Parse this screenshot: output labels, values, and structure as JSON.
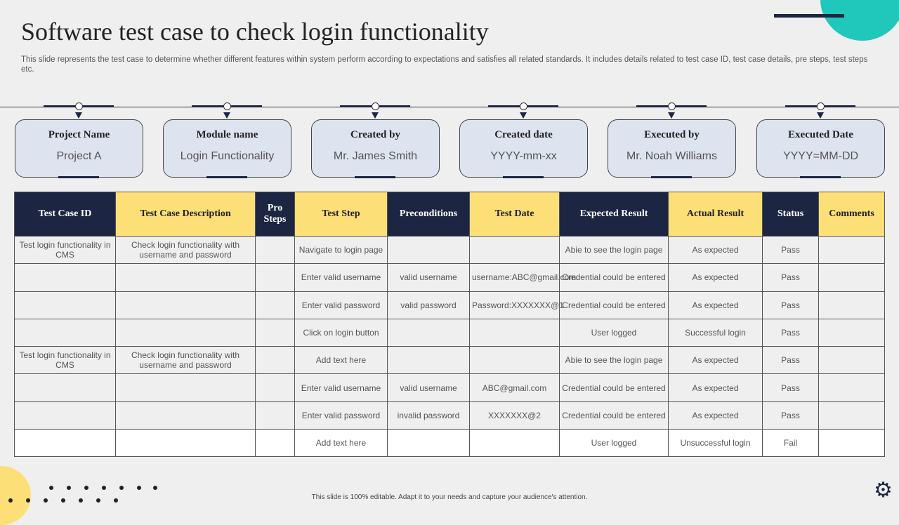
{
  "title": "Software test case to check login functionality",
  "subtitle": "This slide represents the test case to determine whether different features within system perform according to expectations and satisfies all related standards. It includes details related to test case ID, test case details, pre steps, test steps etc.",
  "cards": [
    {
      "label": "Project  Name",
      "value": "Project A"
    },
    {
      "label": "Module name",
      "value": "Login Functionality"
    },
    {
      "label": "Created by",
      "value": "Mr. James Smith"
    },
    {
      "label": "Created date",
      "value": "YYYY-mm-xx"
    },
    {
      "label": "Executed by",
      "value": "Mr. Noah Williams"
    },
    {
      "label": "Executed Date",
      "value": "YYYY=MM-DD"
    }
  ],
  "table": {
    "headers": [
      "Test Case ID",
      "Test Case Description",
      "Pro Steps",
      "Test Step",
      "Preconditions",
      "Test Date",
      "Expected Result",
      "Actual Result",
      "Status",
      "Comments"
    ],
    "rows": [
      [
        "Test login functionality in CMS",
        "Check login functionality with username and password",
        "",
        "Navigate to login page",
        "",
        "",
        "Abie to see the login page",
        "As expected",
        "Pass",
        ""
      ],
      [
        "",
        "",
        "",
        "Enter valid username",
        "valid username",
        "username:ABC@gmail.com",
        "Credential could be entered",
        "As expected",
        "Pass",
        ""
      ],
      [
        "",
        "",
        "",
        "Enter valid password",
        "valid password",
        "Password:XXXXXXX@1",
        "Credential could be entered",
        "As expected",
        "Pass",
        ""
      ],
      [
        "",
        "",
        "",
        "Click on login button",
        "",
        "",
        "User logged",
        "Successful login",
        "Pass",
        ""
      ],
      [
        "Test login functionality in CMS",
        "Check login functionality with username and password",
        "",
        "Add text here",
        "",
        "",
        "Abie to see the login page",
        "As expected",
        "Pass",
        ""
      ],
      [
        "",
        "",
        "",
        "Enter valid username",
        "valid username",
        "ABC@gmail.com",
        "Credential could be entered",
        "As expected",
        "Pass",
        ""
      ],
      [
        "",
        "",
        "",
        "Enter valid password",
        "invalid password",
        "XXXXXXX@2",
        "Credential could be entered",
        "As expected",
        "Pass",
        ""
      ],
      [
        "",
        "",
        "",
        "Add text here",
        "",
        "",
        "User logged",
        "Unsuccessful login",
        "Fail",
        ""
      ]
    ]
  },
  "footer": "This slide is 100% editable. Adapt it to your needs and capture your audience's attention.",
  "colors": {
    "navy": "#1c2541",
    "yellow": "#fddf78",
    "teal": "#1fc8bb",
    "card": "#dde3ef"
  },
  "icons": {
    "corner": "gear-icon"
  }
}
